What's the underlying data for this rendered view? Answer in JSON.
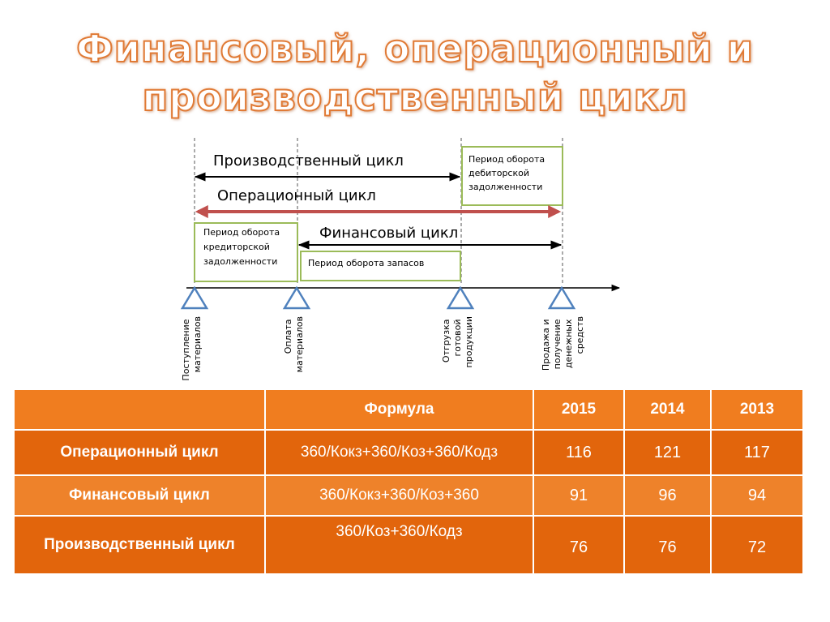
{
  "title": {
    "line1": "Финансовый, операционный и",
    "line2": "производственный цикл"
  },
  "diagram": {
    "production_cycle": "Производственный цикл",
    "operating_cycle": "Операционный цикл",
    "financial_cycle": "Финансовый цикл",
    "receivables_period": [
      "Период оборота",
      "дебиторской",
      "задолженности"
    ],
    "payables_period": [
      "Период оборота",
      "кредиторской",
      "задолженности"
    ],
    "inventory_period": "Период оборота запасов",
    "milestones": [
      {
        "lines": [
          "Поступление",
          "материалов"
        ]
      },
      {
        "lines": [
          "Оплата",
          "материалов"
        ]
      },
      {
        "lines": [
          "Отгрузка",
          "готовой",
          "продукции"
        ]
      },
      {
        "lines": [
          "Продажа и",
          "получение",
          "денежных",
          "средств"
        ]
      }
    ],
    "colors": {
      "operating_arrow": "#c0504d",
      "box_border": "#9bbb59",
      "marker": "#4f81bd",
      "axis": "#000000"
    }
  },
  "table": {
    "headers": [
      "",
      "Формула",
      "2015",
      "2014",
      "2013"
    ],
    "rows": [
      {
        "label": "Операционный цикл",
        "formula": "360/Кокз+360/Коз+360/Кодз",
        "v2015": "116",
        "v2014": "121",
        "v2013": "117"
      },
      {
        "label": "Финансовый цикл",
        "formula": "360/Кокз+360/Коз+360",
        "v2015": "91",
        "v2014": "96",
        "v2013": "94"
      },
      {
        "label": "Производственный цикл",
        "formula": "360/Коз+360/Кодз",
        "v2015": "76",
        "v2014": "76",
        "v2013": "72"
      }
    ],
    "colors": {
      "header_bg": "#f07d1f",
      "row_bg_dark": "#e2650c",
      "row_bg_light": "#ee822a",
      "text": "#ffffff"
    }
  }
}
